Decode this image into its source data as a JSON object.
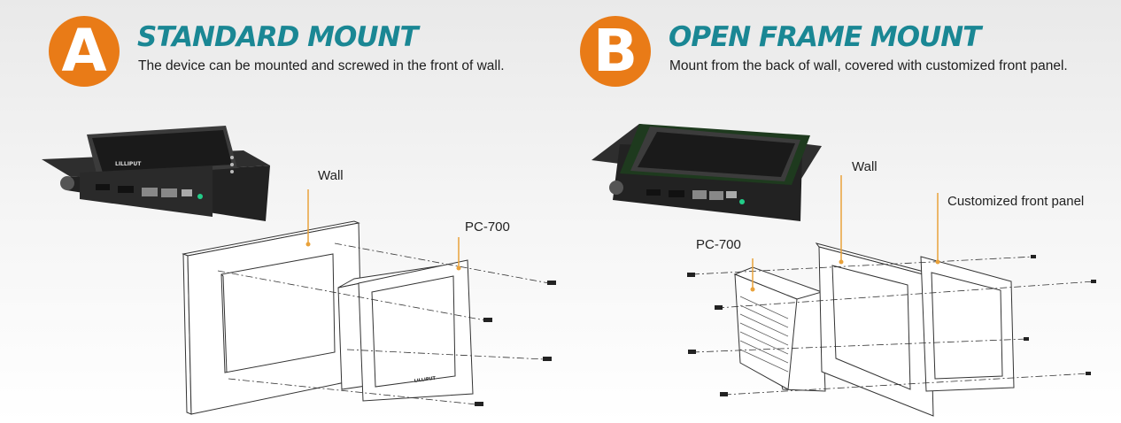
{
  "section_a": {
    "badge": "A",
    "title": "STANDARD MOUNT",
    "subtitle": "The device can be mounted and screwed in the front of wall.",
    "labels": {
      "wall": "Wall",
      "device": "PC-700"
    },
    "device_brand": "LILLIPUT"
  },
  "section_b": {
    "badge": "B",
    "title": "OPEN FRAME MOUNT",
    "subtitle": "Mount from the back of wall, covered with customized front panel.",
    "labels": {
      "wall": "Wall",
      "front_panel": "Customized front panel",
      "device": "PC-700"
    }
  },
  "colors": {
    "badge": "#e97b17",
    "title": "#1a8794",
    "callout_line": "#e9a23b"
  }
}
